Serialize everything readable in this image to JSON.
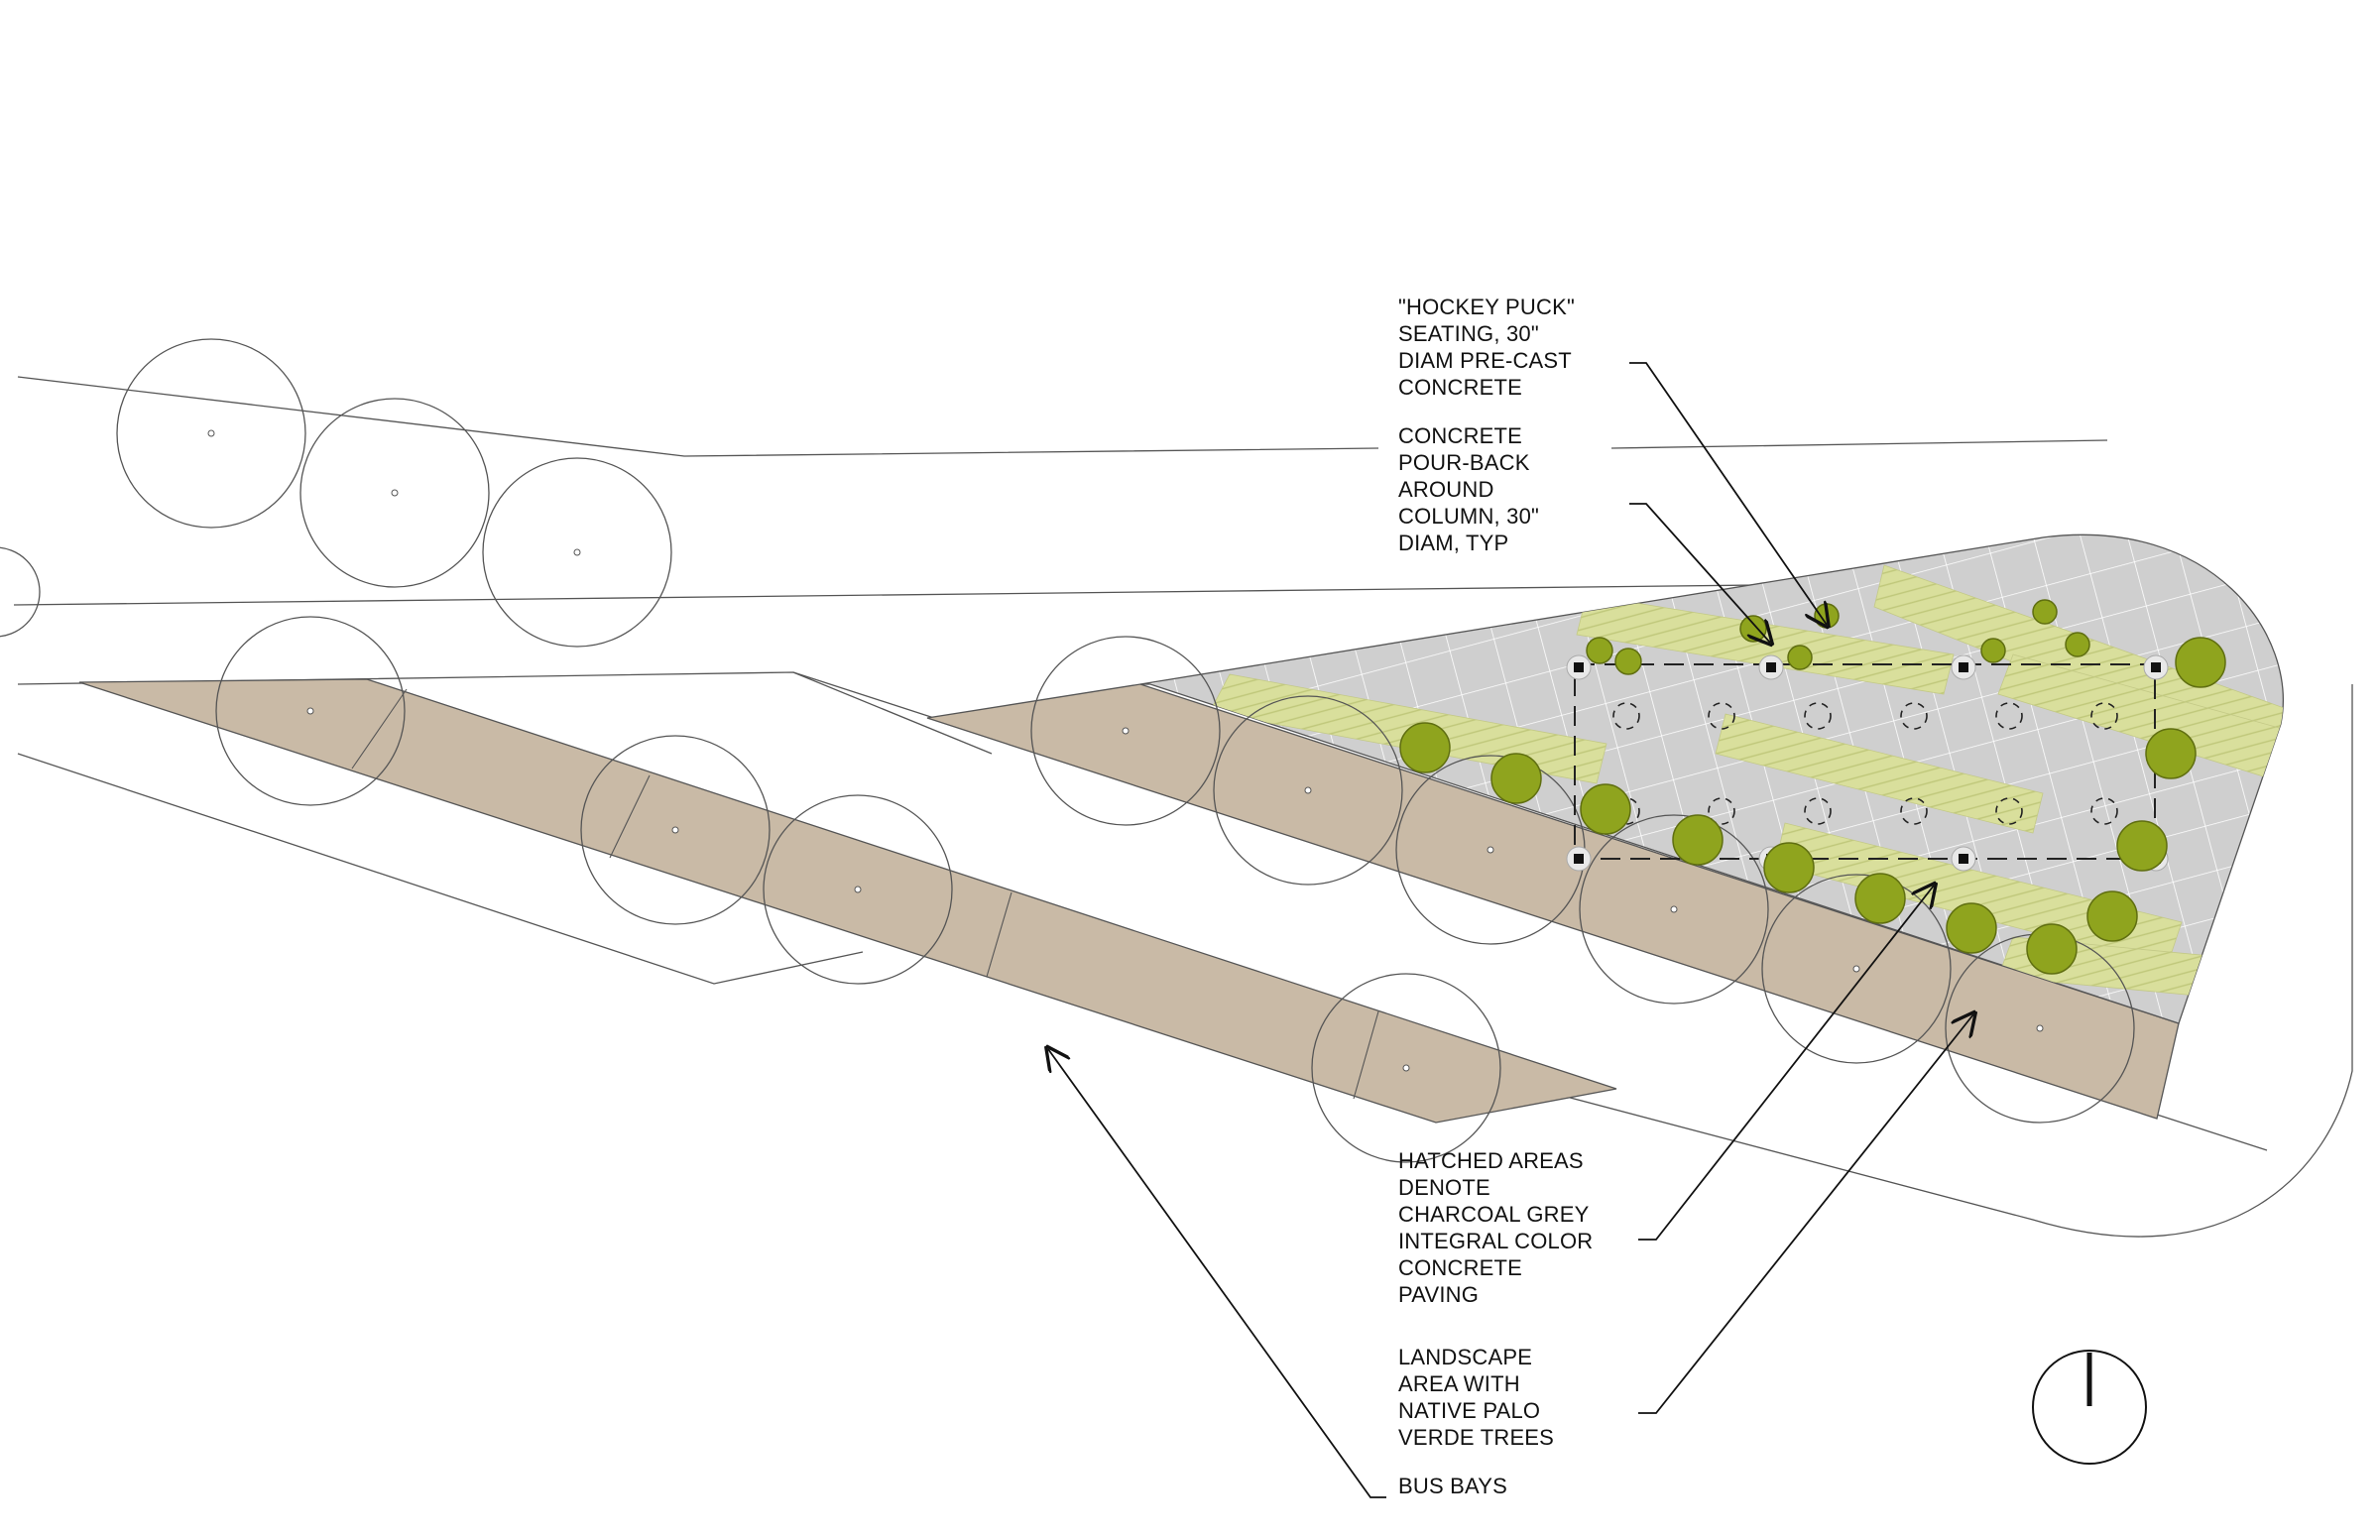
{
  "colors": {
    "line": "#555555",
    "leader": "#111111",
    "bus_bay_fill": "#c9baa6",
    "plaza_fill": "#cfcfcf",
    "hatch_fill": "#d9df9c",
    "tree_fill": "#8fa41e",
    "tree_stroke": "#5f6e10",
    "column_fill": "#111111"
  },
  "notes": {
    "hockey_puck": [
      "\"HOCKEY PUCK\"",
      "SEATING, 30\"",
      "DIAM PRE-CAST",
      "CONCRETE"
    ],
    "pour_back": [
      "CONCRETE",
      "POUR-BACK",
      "AROUND",
      "COLUMN, 30\"",
      "DIAM, TYP"
    ],
    "hatched_areas": [
      "HATCHED AREAS",
      "DENOTE",
      "CHARCOAL GREY",
      "INTEGRAL COLOR",
      "CONCRETE",
      "PAVING"
    ],
    "landscape_area": [
      "LANDSCAPE",
      "AREA WITH",
      "NATIVE PALO",
      "VERDE TREES"
    ],
    "bus_bays": [
      "BUS BAYS"
    ]
  },
  "symbols": {
    "north_arrow": "north-arrow-icon"
  }
}
